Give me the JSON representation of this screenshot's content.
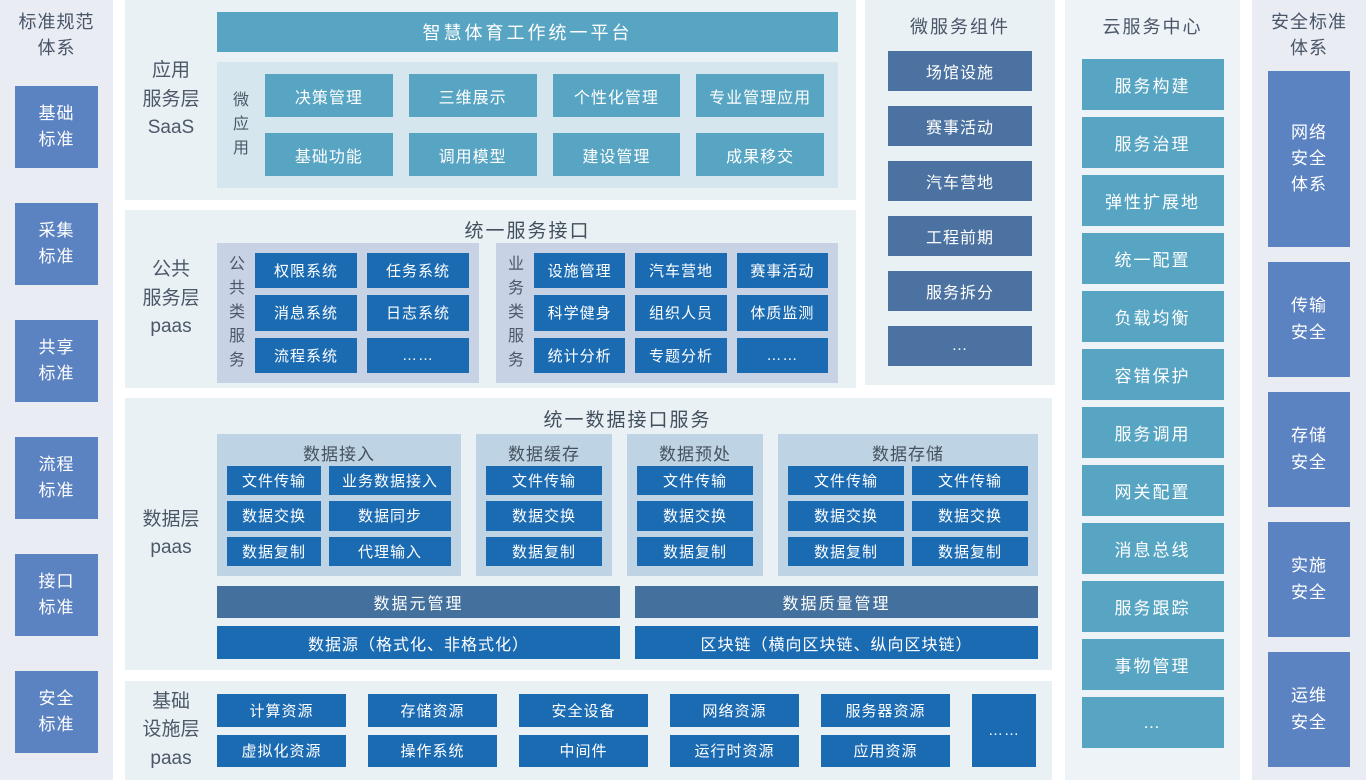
{
  "left_panel": {
    "title": "标准规范\n体系",
    "items": [
      "基础\n标准",
      "采集\n标准",
      "共享\n标准",
      "流程\n标准",
      "接口\n标准",
      "安全\n标准"
    ]
  },
  "app_layer": {
    "label": "应用\n服务层\nSaaS",
    "platform": "智慧体育工作统一平台",
    "micro_label": "微应用",
    "apps": [
      "决策管理",
      "三维展示",
      "个性化管理",
      "专业管理应用",
      "基础功能",
      "调用模型",
      "建设管理",
      "成果移交"
    ]
  },
  "public_layer": {
    "label": "公共\n服务层\npaas",
    "title": "统一服务接口",
    "public_group": {
      "label": "公共类服务",
      "items": [
        "权限系统",
        "任务系统",
        "消息系统",
        "日志系统",
        "流程系统",
        "……"
      ]
    },
    "business_group": {
      "label": "业务类服务",
      "items": [
        "设施管理",
        "汽车营地",
        "赛事活动",
        "科学健身",
        "组织人员",
        "体质监测",
        "统计分析",
        "专题分析",
        "……"
      ]
    }
  },
  "data_layer": {
    "label": "数据层\npaas",
    "title": "统一数据接口服务",
    "groups": [
      {
        "title": "数据接入",
        "items": [
          "文件传输",
          "业务数据接入",
          "数据交换",
          "数据同步",
          "数据复制",
          "代理输入"
        ]
      },
      {
        "title": "数据缓存",
        "items": [
          "文件传输",
          "数据交换",
          "数据复制"
        ]
      },
      {
        "title": "数据预处",
        "items": [
          "文件传输",
          "数据交换",
          "数据复制"
        ]
      },
      {
        "title": "数据存储",
        "items": [
          "文件传输",
          "文件传输",
          "数据交换",
          "数据交换",
          "数据复制",
          "数据复制"
        ]
      }
    ],
    "management_bars": [
      "数据元管理",
      "数据质量管理"
    ],
    "source_bars": [
      "数据源（格式化、非格式化）",
      "区块链（横向区块链、纵向区块链）"
    ]
  },
  "infra_layer": {
    "label": "基础\n设施层\npaas",
    "row1": [
      "计算资源",
      "存储资源",
      "安全设备",
      "网络资源",
      "服务器资源"
    ],
    "row2": [
      "虚拟化资源",
      "操作系统",
      "中间件",
      "运行时资源",
      "应用资源"
    ],
    "more": "……"
  },
  "micro_services": {
    "title": "微服务组件",
    "items": [
      "场馆设施",
      "赛事活动",
      "汽车营地",
      "工程前期",
      "服务拆分",
      "…"
    ]
  },
  "cloud_center": {
    "title": "云服务中心",
    "items": [
      "服务构建",
      "服务治理",
      "弹性扩展地",
      "统一配置",
      "负载均衡",
      "容错保护",
      "服务调用",
      "网关配置",
      "消息总线",
      "服务跟踪",
      "事物管理",
      "…"
    ]
  },
  "right_panel": {
    "title": "安全标准\n体系",
    "items": [
      "网络\n安全\n体系",
      "传输\n安全",
      "存储\n安全",
      "实施\n安全",
      "运维\n安全"
    ]
  },
  "colors": {
    "teal": "#57a5c3",
    "blue": "#1b6bb3",
    "slate": "#44709d",
    "periwinkle": "#5b82c1",
    "panel_bg": "#e9f1f5",
    "sub_panel_bg": "#c7d2e5",
    "data_panel_bg": "#bed3e3",
    "strip_bg": "#e9ecf3"
  }
}
